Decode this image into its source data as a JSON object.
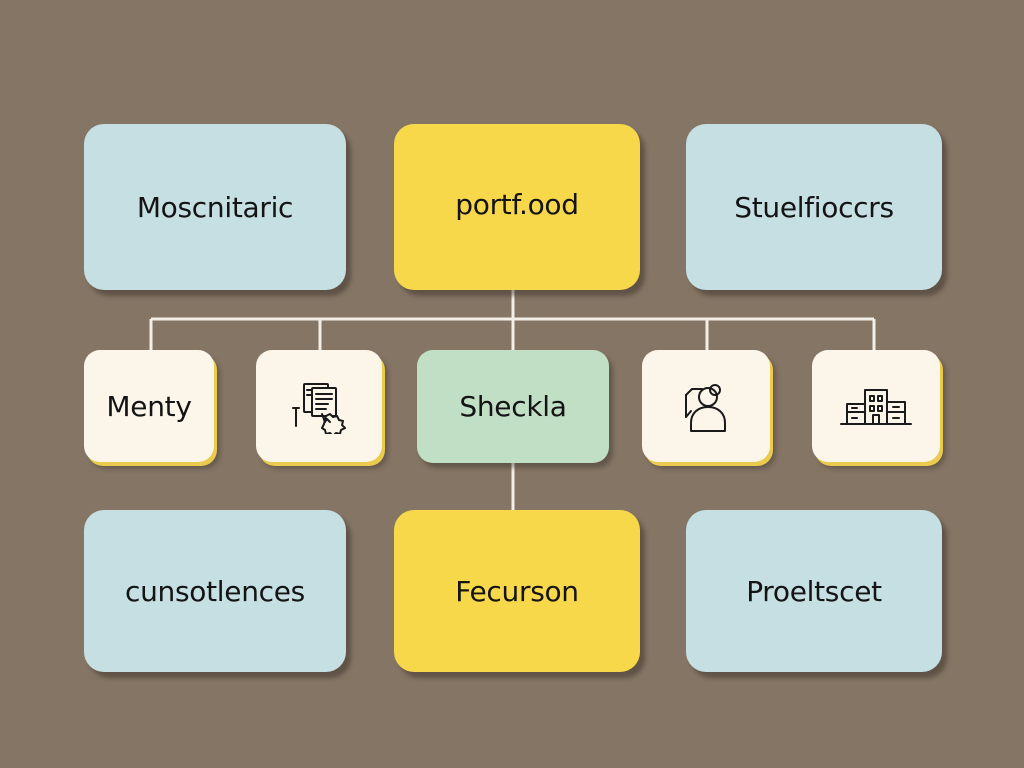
{
  "top_row": [
    {
      "label": "Moscnitaric",
      "color": "blue"
    },
    {
      "label": "portf.ood",
      "color": "yellow"
    },
    {
      "label": "Stuelfioccrs",
      "color": "blue"
    }
  ],
  "middle_row": [
    {
      "label": "Menty",
      "kind": "text"
    },
    {
      "icon": "document-pointer-icon",
      "kind": "icon"
    },
    {
      "label": "Sheckla",
      "kind": "text"
    },
    {
      "icon": "person-icon",
      "kind": "icon"
    },
    {
      "icon": "buildings-icon",
      "kind": "icon"
    }
  ],
  "bottom_row": [
    {
      "label": "cunsotlences",
      "color": "blue"
    },
    {
      "label": "Fecurson",
      "color": "yellow"
    },
    {
      "label": "Proeltscet",
      "color": "blue"
    }
  ],
  "colors": {
    "background": "#857565",
    "blue": "#c5dfe3",
    "yellow": "#f8d84b",
    "green": "#c1dfc5",
    "cream": "#fbf5ea",
    "connector": "#f4efe6"
  }
}
